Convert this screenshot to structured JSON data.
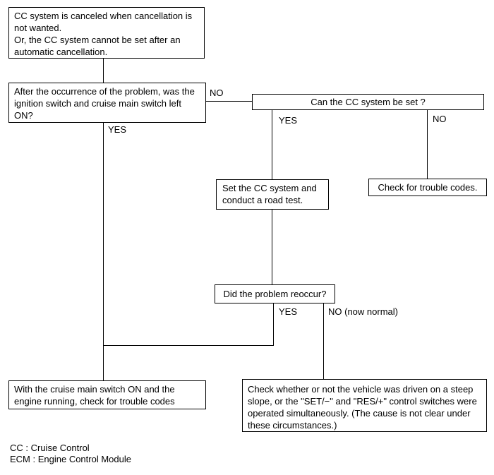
{
  "boxes": {
    "start": [
      "CC system is canceled when cancellation is",
      "not wanted.",
      "Or, the CC system cannot be set after an",
      "automatic cancellation."
    ],
    "ignition_question": [
      "After the occurrence of the problem, was the",
      "ignition switch and cruise main switch left",
      "ON?"
    ],
    "can_set_question": [
      "Can the CC system be set ?"
    ],
    "set_and_test": [
      "Set the CC system and",
      "conduct a road test."
    ],
    "check_codes": [
      "Check for trouble codes."
    ],
    "reoccur_question": [
      "Did the problem reoccur?"
    ],
    "main_switch_check": [
      "With the cruise main switch ON and the",
      "engine running, check for trouble codes"
    ],
    "steep_slope_check": [
      "Check whether or not the vehicle was driven on a steep",
      "slope, or the \"SET/−\" and \"RES/+\" control switches were",
      "operated simultaneously. (The cause is not clear under",
      "these circumstances.)"
    ]
  },
  "labels": {
    "ignition_no": "NO",
    "ignition_yes": "YES",
    "can_set_yes": "YES",
    "can_set_no": "NO",
    "reoccur_yes": "YES",
    "reoccur_no": "NO (now normal)"
  },
  "legend": [
    "CC : Cruise Control",
    "ECM : Engine Control Module"
  ]
}
